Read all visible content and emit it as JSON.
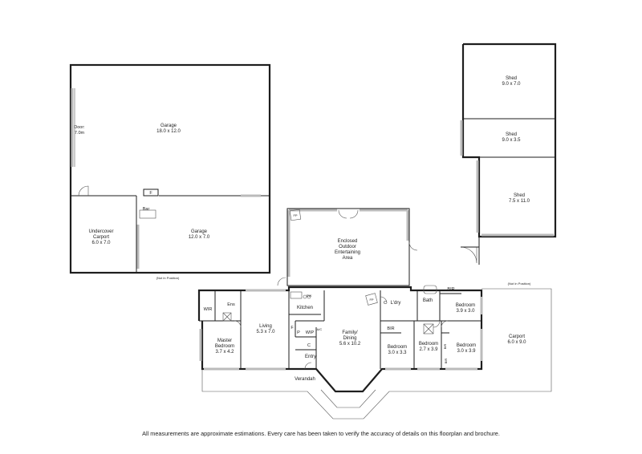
{
  "rooms": {
    "garage_main": {
      "name": "Garage",
      "size": "18.0 x 12.0"
    },
    "door_label": {
      "line1": "Door:",
      "line2": "7.0m"
    },
    "undercover_carport": {
      "line1": "Undercover",
      "line2": "Carport",
      "size": "6.0 x 7.0"
    },
    "bar": "Bar",
    "fireplace_garage": "F",
    "garage_small": {
      "name": "Garage",
      "size": "12.0 x 7.0"
    },
    "not_in_position_left": "(Not In Position)",
    "enclosed_outdoor": {
      "line1": "Enclosed",
      "line2": "Outdoor",
      "line3": "Entertaining",
      "line4": "Area"
    },
    "fp_outdoor": "FP",
    "shed_1": {
      "name": "Shed",
      "size": "9.0 x 7.0"
    },
    "shed_2": {
      "name": "Shed",
      "size": "9.0 x 3.5"
    },
    "shed_3": {
      "name": "Shed",
      "size": "7.5 x 11.0"
    },
    "not_in_position_right": "(Not In Position)",
    "wir": "WIR",
    "ens": "Ens",
    "master_bedroom": {
      "line1": "Master",
      "line2": "Bedroom",
      "size": "3.7 x 4.2"
    },
    "living": {
      "name": "Living",
      "size": "5.3 x 7.0"
    },
    "kitchen": "Kitchen",
    "dw": "DW",
    "family_dining": {
      "line1": "Family/",
      "line2": "Dining",
      "size": "5.6 x 10.2"
    },
    "fp_family": "FP",
    "wip": "WIP",
    "pantry_p": "P",
    "pantry_f": "F",
    "ac": "A/C",
    "closet_c_entry": "C",
    "entry": "Entry",
    "verandah": "Verandah",
    "ldry": "L'dry",
    "closet_c_ldry": "C",
    "bath": "Bath",
    "bir_top": "BIR",
    "bedroom_1": {
      "name": "Bedroom",
      "size": "3.9 x 3.0"
    },
    "bir_bed2": "BIR",
    "bedroom_2": {
      "name": "Bedroom",
      "size": "3.0 x 3.3"
    },
    "bedroom_3": {
      "name": "Bedroom",
      "size": "2.7 x 3.9"
    },
    "bir_bed3": "BIR",
    "bedroom_4": {
      "name": "Bedroom",
      "size": "3.0 x 3.9"
    },
    "bir_bed4": "BIR",
    "carport": {
      "name": "Carport",
      "size": "6.0 x 9.0"
    }
  },
  "footer": "All measurements are approximate estimations. Every care has been taken to verify the accuracy of details on this floorplan and brochure."
}
